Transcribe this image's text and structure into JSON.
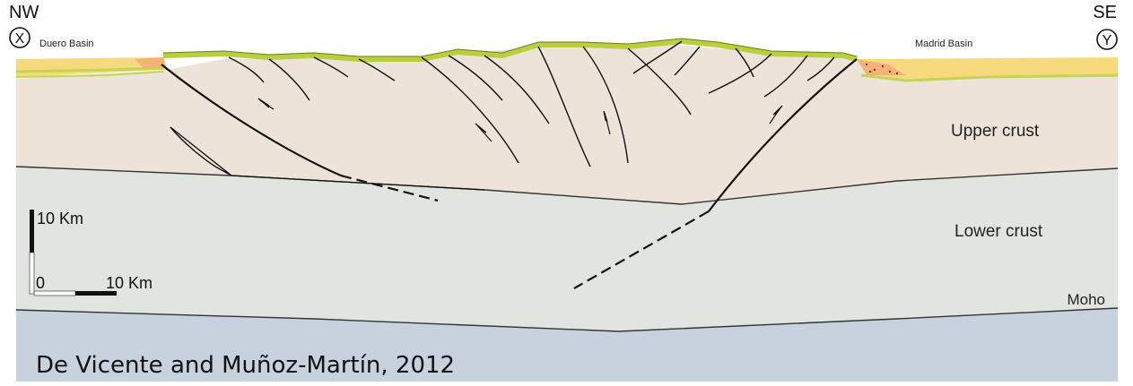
{
  "diagram": {
    "orientation": {
      "left": {
        "label": "NW",
        "marker": "X"
      },
      "right": {
        "label": "SE",
        "marker": "Y"
      }
    },
    "basins": {
      "left": "Duero Basin",
      "right": "Madrid Basin"
    },
    "layers": {
      "upper_crust": "Upper crust",
      "lower_crust": "Lower crust",
      "moho": "Moho"
    },
    "scale": {
      "vertical": "10 Km",
      "origin": "0",
      "horizontal": "10 Km"
    },
    "citation": "De Vicente and Muñoz-Martín, 2012"
  },
  "colors": {
    "upper_crust": "#eee3d8",
    "lower_crust": "#e1e5e0",
    "mantle": "#c7d2de",
    "sediment_green": "#c2d650",
    "sediment_yellow": "#f8da7e",
    "sediment_orange": "#f4b27a",
    "fault_line": "#111111"
  }
}
